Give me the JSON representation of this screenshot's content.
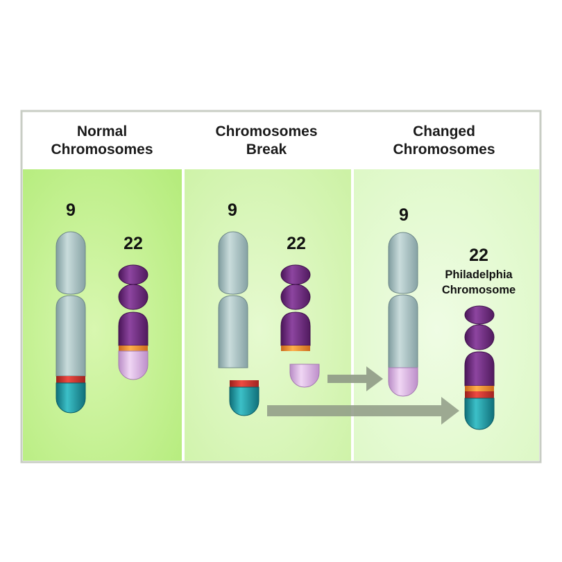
{
  "panels": [
    {
      "title_line1": "Normal",
      "title_line2": "Chromosomes"
    },
    {
      "title_line1": "Chromosomes",
      "title_line2": "Break"
    },
    {
      "title_line1": "Changed",
      "title_line2": "Chromosomes"
    }
  ],
  "labels": {
    "normal_9": "9",
    "normal_22": "22",
    "break_9": "9",
    "break_22": "22",
    "changed_9": "9",
    "changed_22": "22",
    "philadelphia_line1": "Philadelphia",
    "philadelphia_line2": "Chromosome"
  },
  "colors": {
    "chromosome_9": "#a9c2c2",
    "chromosome_22": "#6e2a7e",
    "teal_segment": "#1f9aa5",
    "pink_segment": "#d8aee0",
    "red_band": "#d0312d",
    "orange_band": "#f0902a",
    "arrow": "#8f9a86",
    "panel_1_bg": "#bff08a",
    "panel_2_bg": "#d4f5b0",
    "panel_3_bg": "#e4fad2"
  }
}
